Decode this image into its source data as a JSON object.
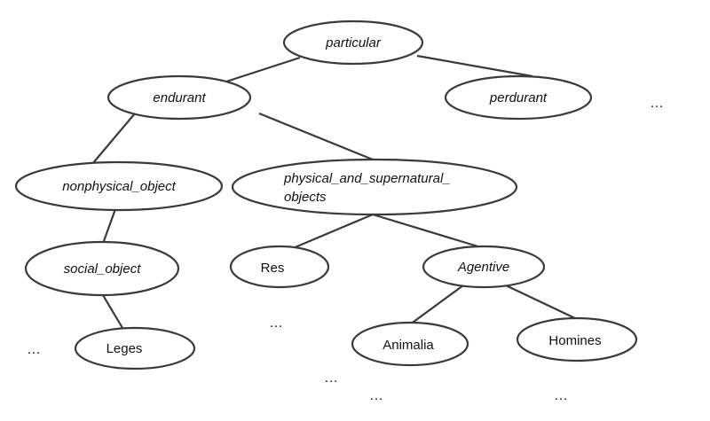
{
  "diagram": {
    "nodes": [
      {
        "id": "particular",
        "label": "particular",
        "italic": true
      },
      {
        "id": "endurant",
        "label": "endurant",
        "italic": true
      },
      {
        "id": "perdurant",
        "label": "perdurant",
        "italic": true
      },
      {
        "id": "nonphysical_object",
        "label": "nonphysical_object",
        "italic": true
      },
      {
        "id": "physical_and_supernatural_objects",
        "label_line1": "physical_and_supernatural_",
        "label_line2": "objects",
        "italic": true
      },
      {
        "id": "social_object",
        "label": "social_object",
        "italic": true
      },
      {
        "id": "res",
        "label": "Res",
        "italic": false
      },
      {
        "id": "agentive",
        "label": "Agentive",
        "italic": true
      },
      {
        "id": "leges",
        "label": "Leges",
        "italic": false
      },
      {
        "id": "animalia",
        "label": "Animalia",
        "italic": false
      },
      {
        "id": "homines",
        "label": "Homines",
        "italic": false
      }
    ],
    "edges": [
      {
        "from": "particular",
        "to": "endurant"
      },
      {
        "from": "particular",
        "to": "perdurant"
      },
      {
        "from": "endurant",
        "to": "nonphysical_object"
      },
      {
        "from": "endurant",
        "to": "physical_and_supernatural_objects"
      },
      {
        "from": "nonphysical_object",
        "to": "social_object"
      },
      {
        "from": "physical_and_supernatural_objects",
        "to": "res"
      },
      {
        "from": "physical_and_supernatural_objects",
        "to": "agentive"
      },
      {
        "from": "social_object",
        "to": "leges"
      },
      {
        "from": "agentive",
        "to": "animalia"
      },
      {
        "from": "agentive",
        "to": "homines"
      }
    ],
    "ellipsis_text": "…"
  }
}
